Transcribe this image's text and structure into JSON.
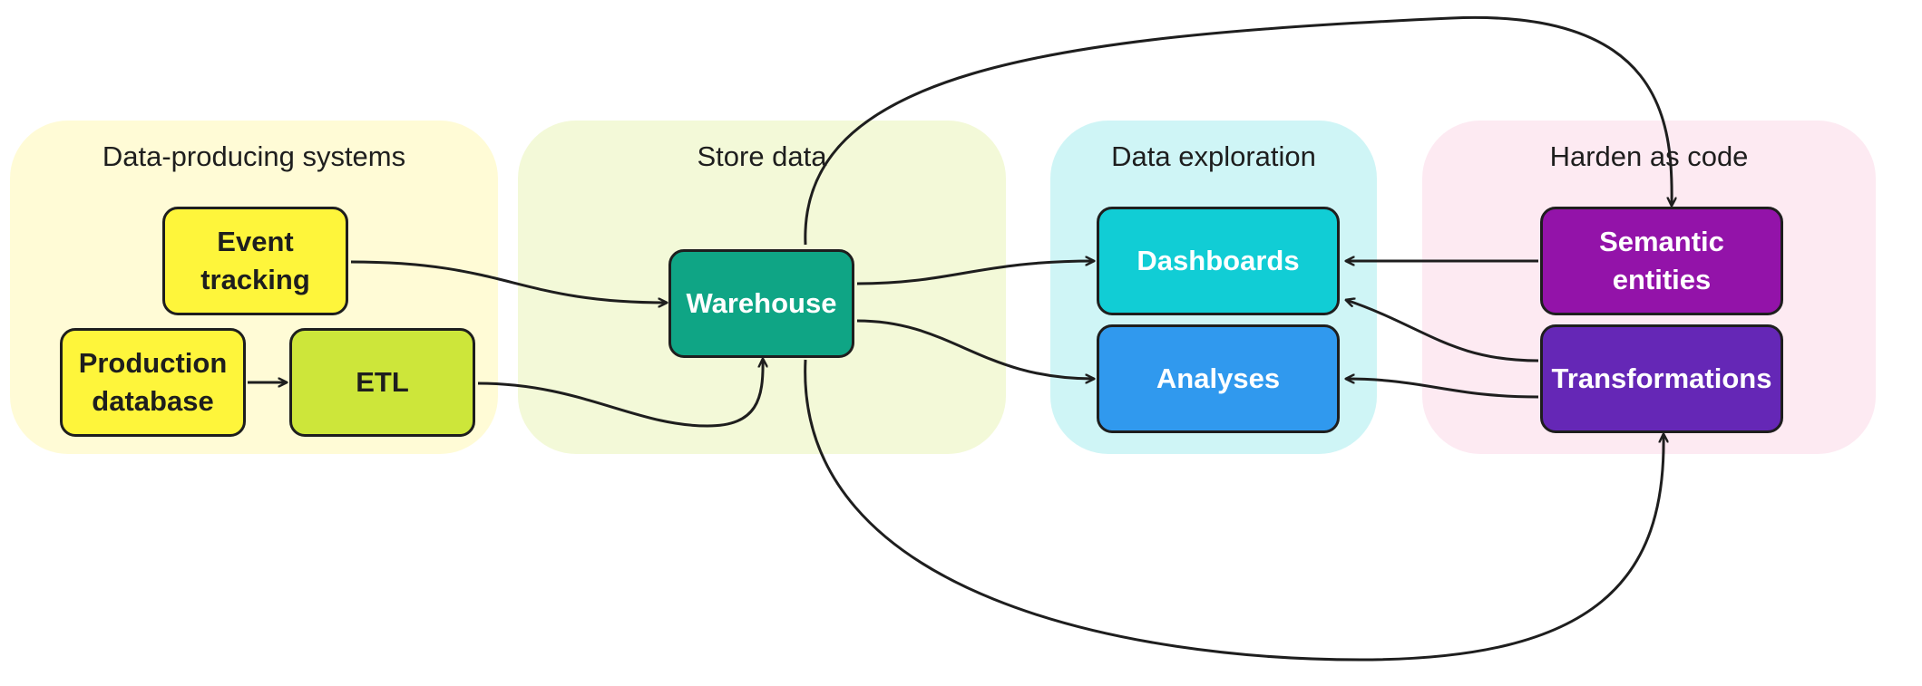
{
  "groups": {
    "producers": {
      "title": "Data-producing systems",
      "color": "#fffbd6"
    },
    "store": {
      "title": "Store data",
      "color": "#f3f9d8"
    },
    "exploration": {
      "title": "Data exploration",
      "color": "#cff5f6"
    },
    "harden": {
      "title": "Harden as code",
      "color": "#fdeaf2"
    }
  },
  "nodes": {
    "event_tracking": {
      "label": "Event\ntracking",
      "color": "#fef53b"
    },
    "production_database": {
      "label": "Production\ndatabase",
      "color": "#fef53b"
    },
    "etl": {
      "label": "ETL",
      "color": "#cde63a"
    },
    "warehouse": {
      "label": "Warehouse",
      "color": "#0fa585"
    },
    "dashboards": {
      "label": "Dashboards",
      "color": "#11cdd5"
    },
    "analyses": {
      "label": "Analyses",
      "color": "#3099ee"
    },
    "semantic_entities": {
      "label": "Semantic\nentities",
      "color": "#9313a9"
    },
    "transformations": {
      "label": "Transformations",
      "color": "#6527b6"
    }
  },
  "edges": [
    {
      "from": "Event tracking",
      "to": "Warehouse"
    },
    {
      "from": "Production database",
      "to": "ETL"
    },
    {
      "from": "ETL",
      "to": "Warehouse"
    },
    {
      "from": "Warehouse",
      "to": "Dashboards"
    },
    {
      "from": "Warehouse",
      "to": "Analyses"
    },
    {
      "from": "Warehouse",
      "to": "Semantic entities"
    },
    {
      "from": "Warehouse",
      "to": "Transformations"
    },
    {
      "from": "Semantic entities",
      "to": "Dashboards"
    },
    {
      "from": "Transformations",
      "to": "Dashboards"
    },
    {
      "from": "Transformations",
      "to": "Analyses"
    }
  ]
}
